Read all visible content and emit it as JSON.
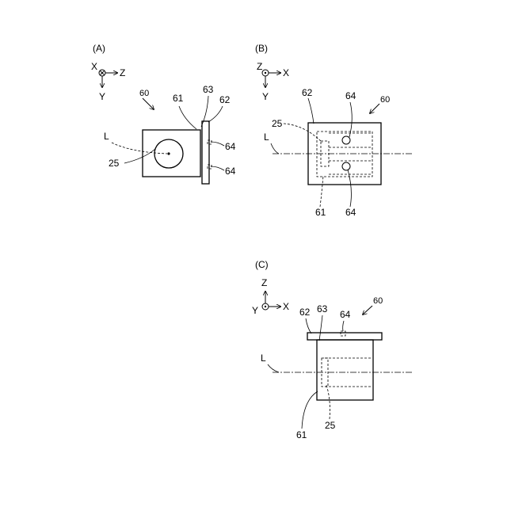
{
  "figures": {
    "a": {
      "title": "(A)",
      "axes": {
        "out_of_page": "X",
        "horizontal": "Z",
        "vertical": "Y"
      },
      "labels": {
        "assembly": "60",
        "body": "61",
        "plate": "62",
        "edge": "63",
        "pin_top": "64",
        "pin_bottom": "64",
        "axis": "L",
        "lens": "25"
      }
    },
    "b": {
      "title": "(B)",
      "axes": {
        "out_of_page": "Z",
        "horizontal": "X",
        "vertical": "Y"
      },
      "labels": {
        "assembly": "60",
        "plate": "62",
        "pin_top": "64",
        "lens": "25",
        "axis": "L",
        "body": "61",
        "pin_bottom": "64"
      }
    },
    "c": {
      "title": "(C)",
      "axes": {
        "vertical": "Z",
        "out_of_page": "Y",
        "horizontal": "X"
      },
      "labels": {
        "assembly": "60",
        "plate": "62",
        "edge": "63",
        "pin": "64",
        "axis": "L",
        "body": "61",
        "lens": "25"
      }
    }
  }
}
